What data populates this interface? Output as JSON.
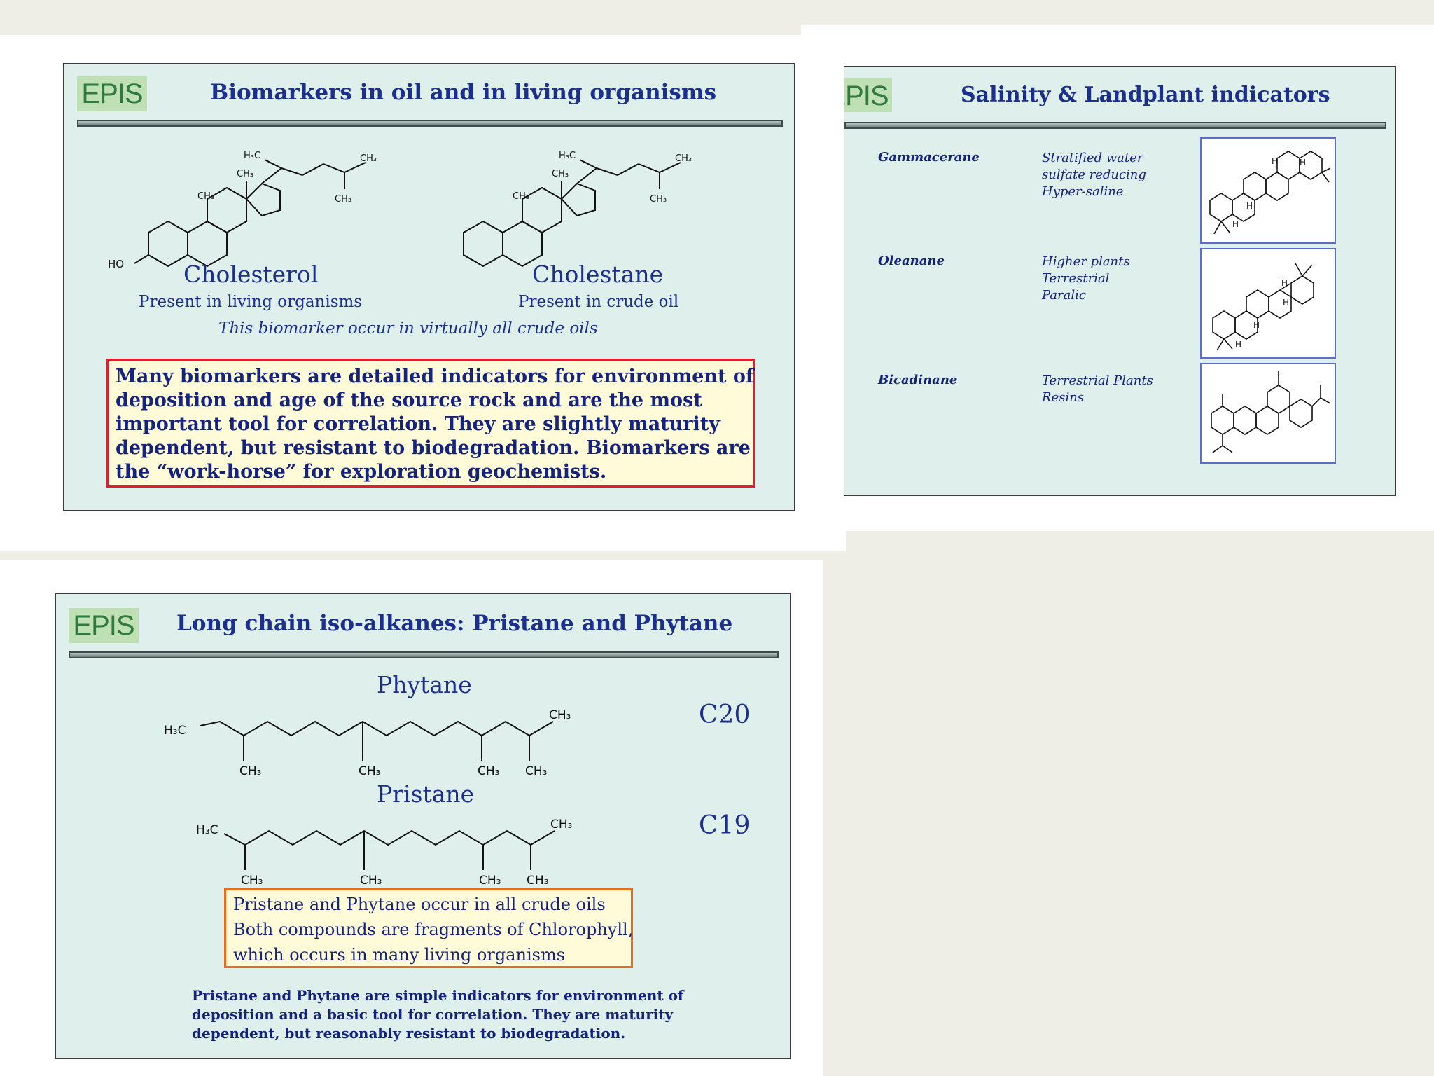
{
  "slide1": {
    "logo": "EPIS",
    "title": "Biomarkers in oil and in living organisms",
    "mol1_name": "Cholesterol",
    "mol1_sub": "Present in living organisms",
    "mol2_name": "Cholestane",
    "mol2_sub": "Present in crude oil",
    "italic_note": "This biomarker occur in virtually all crude oils",
    "labels": {
      "ho": "HO",
      "h3c": "H₃C",
      "ch3": "CH₃"
    },
    "box_lines": [
      "Many biomarkers are detailed indicators for environment of",
      "deposition and age of the source rock and are the most",
      "important tool for correlation. They are slightly maturity",
      "dependent, but resistant to biodegradation. Biomarkers are",
      "the “work-horse” for exploration geochemists."
    ]
  },
  "slide2": {
    "logo": "EPIS",
    "title": "Salinity & Landplant indicators",
    "rows": [
      {
        "name": "Gammacerane",
        "desc": [
          "Stratified water",
          "sulfate reducing",
          "Hyper-saline"
        ]
      },
      {
        "name": "Oleanane",
        "desc": [
          "Higher plants",
          "Terrestrial",
          "Paralic"
        ]
      },
      {
        "name": "Bicadinane",
        "desc": [
          "Terrestrial Plants",
          "Resins"
        ]
      }
    ],
    "h_label": "H"
  },
  "slide3": {
    "logo": "EPIS",
    "title": "Long chain iso-alkanes: Pristane and Phytane",
    "phytane": {
      "name": "Phytane",
      "carbons": "C20"
    },
    "pristane": {
      "name": "Pristane",
      "carbons": "C19"
    },
    "labels": {
      "h3c": "H₃C",
      "ch3": "CH₃"
    },
    "box_lines": [
      "Pristane and Phytane occur in all crude oils",
      "Both compounds are fragments of Chlorophyll,",
      "which occurs in many living organisms"
    ],
    "note_lines": [
      "Pristane and Phytane are simple indicators for environment of",
      "deposition and a basic tool for correlation. They are maturity",
      "dependent, but reasonably resistant to biodegradation."
    ]
  }
}
